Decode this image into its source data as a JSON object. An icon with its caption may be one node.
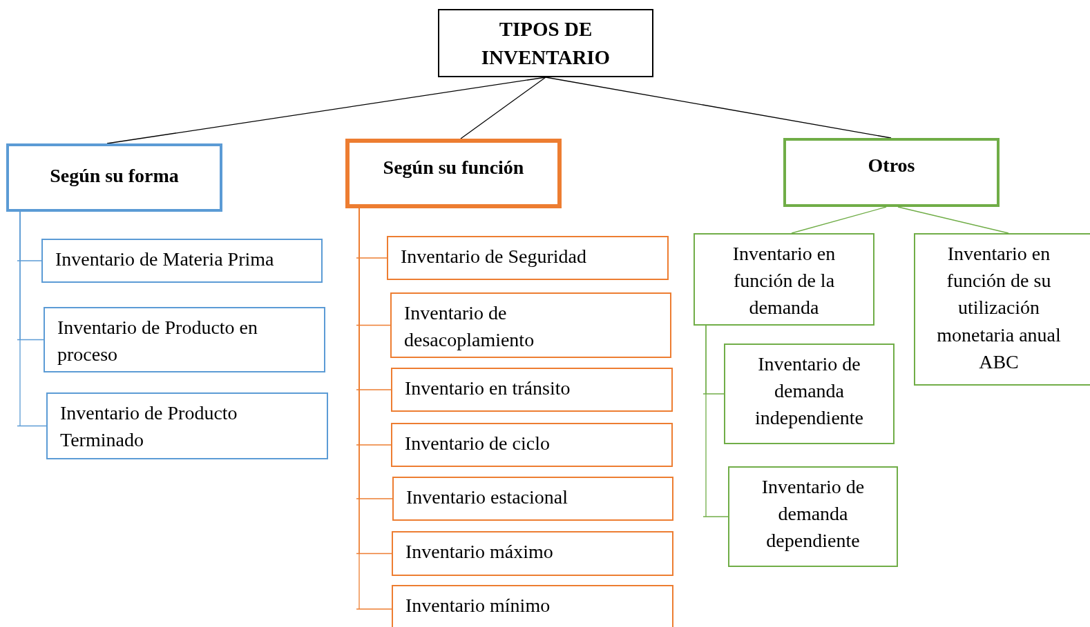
{
  "diagram": {
    "nodes": [
      {
        "text": [
          "TIPOS DE INVENTARIO"
        ]
      },
      {
        "text": [
          "Según su forma"
        ]
      },
      {
        "text": [
          "Según su función"
        ]
      },
      {
        "text": [
          "Otros"
        ]
      },
      {
        "text": [
          "Inventario de Materia Prima"
        ]
      },
      {
        "text": [
          "Inventario de Producto en proceso"
        ]
      },
      {
        "text": [
          "Inventario de Producto Terminado"
        ]
      },
      {
        "text": [
          "Inventario de Seguridad"
        ]
      },
      {
        "text": [
          "Inventario de desacoplamiento"
        ]
      },
      {
        "text": [
          "Inventario en tránsito"
        ]
      },
      {
        "text": [
          "Inventario de ciclo"
        ]
      },
      {
        "text": [
          "Inventario estacional"
        ]
      },
      {
        "text": [
          "Inventario máximo"
        ]
      },
      {
        "text": [
          "Inventario mínimo"
        ]
      },
      {
        "text": [
          "Inventario en función de la demanda"
        ]
      },
      {
        "text": [
          "Inventario en función de su utilización monetaria anual ABC"
        ]
      },
      {
        "text": [
          "Inventario de demanda independiente"
        ]
      },
      {
        "text": [
          "Inventario de demanda dependiente"
        ]
      }
    ],
    "edges": [
      {
        "from": 0,
        "to": 1,
        "arrow": "none",
        "color": "#000000"
      },
      {
        "from": 0,
        "to": 2,
        "arrow": "none",
        "color": "#000000"
      },
      {
        "from": 0,
        "to": 3,
        "arrow": "none",
        "color": "#000000"
      },
      {
        "from": 1,
        "to": 4,
        "arrow": "none",
        "color": "#5b9bd5"
      },
      {
        "from": 1,
        "to": 5,
        "arrow": "none",
        "color": "#5b9bd5"
      },
      {
        "from": 1,
        "to": 6,
        "arrow": "none",
        "color": "#5b9bd5"
      },
      {
        "from": 2,
        "to": 7,
        "arrow": "none",
        "color": "#ed7d31"
      },
      {
        "from": 2,
        "to": 8,
        "arrow": "none",
        "color": "#ed7d31"
      },
      {
        "from": 2,
        "to": 9,
        "arrow": "none",
        "color": "#ed7d31"
      },
      {
        "from": 2,
        "to": 10,
        "arrow": "none",
        "color": "#ed7d31"
      },
      {
        "from": 2,
        "to": 11,
        "arrow": "none",
        "color": "#ed7d31"
      },
      {
        "from": 2,
        "to": 12,
        "arrow": "none",
        "color": "#ed7d31"
      },
      {
        "from": 2,
        "to": 13,
        "arrow": "none",
        "color": "#ed7d31"
      },
      {
        "from": 3,
        "to": 14,
        "arrow": "none",
        "color": "#70ad47"
      },
      {
        "from": 3,
        "to": 15,
        "arrow": "none",
        "color": "#70ad47"
      },
      {
        "from": 14,
        "to": 16,
        "arrow": "none",
        "color": "#70ad47"
      },
      {
        "from": 14,
        "to": 17,
        "arrow": "none",
        "color": "#70ad47"
      }
    ]
  }
}
